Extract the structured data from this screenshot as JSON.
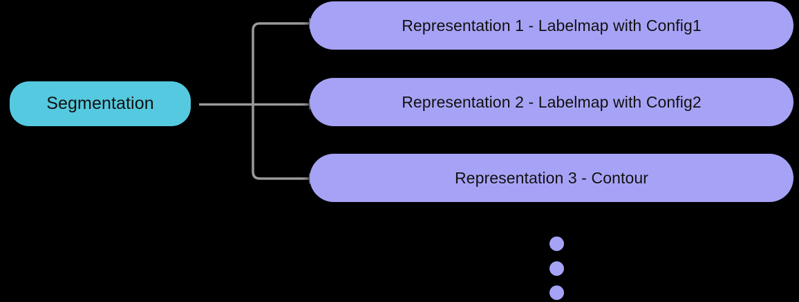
{
  "diagram": {
    "background_color": "#000000",
    "root": {
      "label": "Segmentation",
      "color": "#55c9df",
      "text_color": "#12100f"
    },
    "representations": [
      {
        "label": "Representation 1 - Labelmap with Config1",
        "color": "#a6a3f6"
      },
      {
        "label": "Representation 2 - Labelmap with Config2",
        "color": "#a6a3f6"
      },
      {
        "label": "Representation 3 - Contour",
        "color": "#a6a3f6"
      }
    ],
    "connectors": {
      "color": "#9a9a9a",
      "arrow_head": "triangle-right"
    },
    "ellipsis": {
      "name": "vertical-ellipsis",
      "dot_count": 3,
      "color": "#a6a3f6"
    }
  }
}
